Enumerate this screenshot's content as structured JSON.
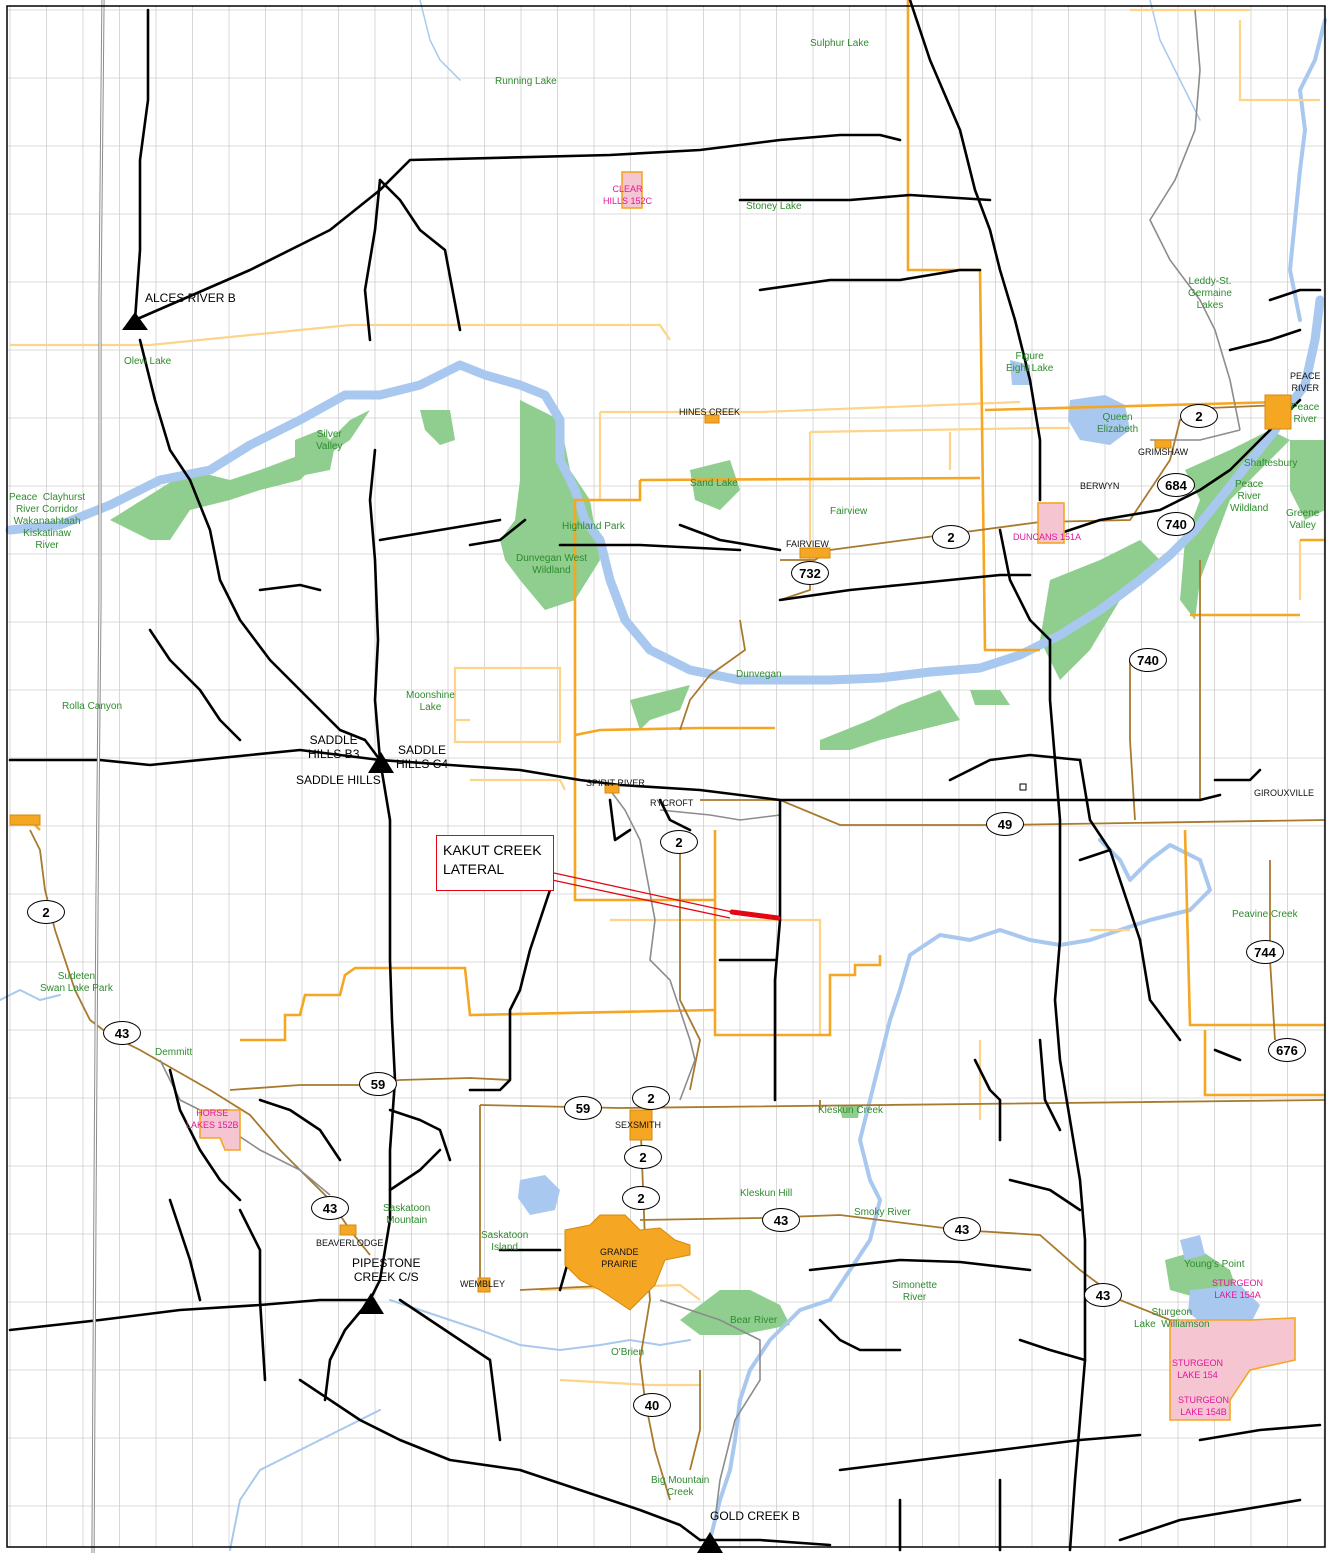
{
  "colors": {
    "road": "#000000",
    "river": "#a9c8ef",
    "protected_area": "#8fce8f",
    "boundary_major": "#f5a623",
    "boundary_minor": "#fcd48a",
    "local_road": "#a87a2d",
    "reserve_fill": "#f5c6d2",
    "town_fill": "#f5a623",
    "pipeline": "#e30613",
    "railway": "#8c8c8c"
  },
  "callout": {
    "line1": "KAKUT CREEK",
    "line2": "LATERAL"
  },
  "stations": {
    "alces": "ALCES RIVER B",
    "saddle_b3": "SADDLE\nHILLS B3",
    "saddle_c4": "SADDLE\nHILLS C4",
    "saddle_hills": "SADDLE HILLS",
    "pipestone": "PIPESTONE\nCREEK C/S",
    "gold_creek": "GOLD CREEK B"
  },
  "towns": {
    "hines_creek": "HINES CREEK",
    "fairview": "FAIRVIEW",
    "grimshaw": "GRIMSHAW",
    "berwyn": "BERWYN",
    "peace_river": "PEACE\nRIVER",
    "spirit_river": "SPIRIT RIVER",
    "rycroft": "RYCROFT",
    "girouxville": "GIROUXVILLE",
    "sexsmith": "SEXSMITH",
    "beaverlodge": "BEAVERLODGE",
    "grande_prairie": "GRANDE\nPRAIRIE",
    "wembley": "WEMBLEY"
  },
  "reserves": {
    "clear_hills": "CLEAR\nHILLS 152C",
    "duncans": "DUNCANS 151A",
    "horse_lakes": "HORSE\nLAKES 152B",
    "sturgeon_154a": "STURGEON\nLAKE 154A",
    "sturgeon_154": "STURGEON\nLAKE 154",
    "sturgeon_154b": "STURGEON\nLAKE 154B"
  },
  "places": {
    "sulphur_lake": "Sulphur Lake",
    "running_lake": "Running Lake",
    "stoney_lake": "Stoney Lake",
    "leddy": "Leddy-St.\nGermaine\nLakes",
    "figure_eight": "Figure\nEight Lake",
    "olew_lake": "Olew Lake",
    "silver_valley": "Silver\nValley",
    "queen_elizabeth": "Queen\nElizabeth",
    "peace_river_park": "Peace\nRiver",
    "shaftesbury": "Shaftesbury",
    "peace_river_wildland": "Peace\nRiver\nWildland",
    "greene_valley": "Greene\nValley",
    "peace_clayhurst": "Peace  Clayhurst\nRiver Corridor\nWakanaahtaah\nKiskatinaw\nRiver",
    "sand_lake": "Sand Lake",
    "fairview_park": "Fairview",
    "highland_park": "Highland Park",
    "dunvegan_west": "Dunvegan West\nWildland",
    "dunvegan": "Dunvegan",
    "moonshine": "Moonshine\nLake",
    "rolla_canyon": "Rolla Canyon",
    "peavine": "Peavine Creek",
    "sudeten": "Sudeten\nSwan Lake Park",
    "demmitt": "Demmitt",
    "kleskun_creek": "Kleskun Creek",
    "kleskun_hill": "Kleskun Hill",
    "smoky_river": "Smoky River",
    "saskatoon_mountain": "Saskatoon\nMountain",
    "saskatoon_island": "Saskatoon\nIsland",
    "simonette": "Simonette\nRiver",
    "youngs_point": "Young's Point",
    "sturgeon_williamson": "Sturgeon\nLake  Williamson",
    "bear_river": "Bear River",
    "obrien": "O'Brien",
    "big_mountain": "Big Mountain\nCreek"
  },
  "highways": {
    "h2_peace": "2",
    "h684": "684",
    "h740a": "740",
    "h2_fairview": "2",
    "h732": "732",
    "h740b": "740",
    "h49": "49",
    "h2_rycroft": "2",
    "h2_west": "2",
    "h744": "744",
    "h43_west": "43",
    "h676": "676",
    "h59_a": "59",
    "h59_b": "59",
    "h2_sex1": "2",
    "h2_sex2": "2",
    "h2_sex3": "2",
    "h43_bl": "43",
    "h43_gp": "43",
    "h43_e1": "43",
    "h43_e2": "43",
    "h40": "40"
  }
}
